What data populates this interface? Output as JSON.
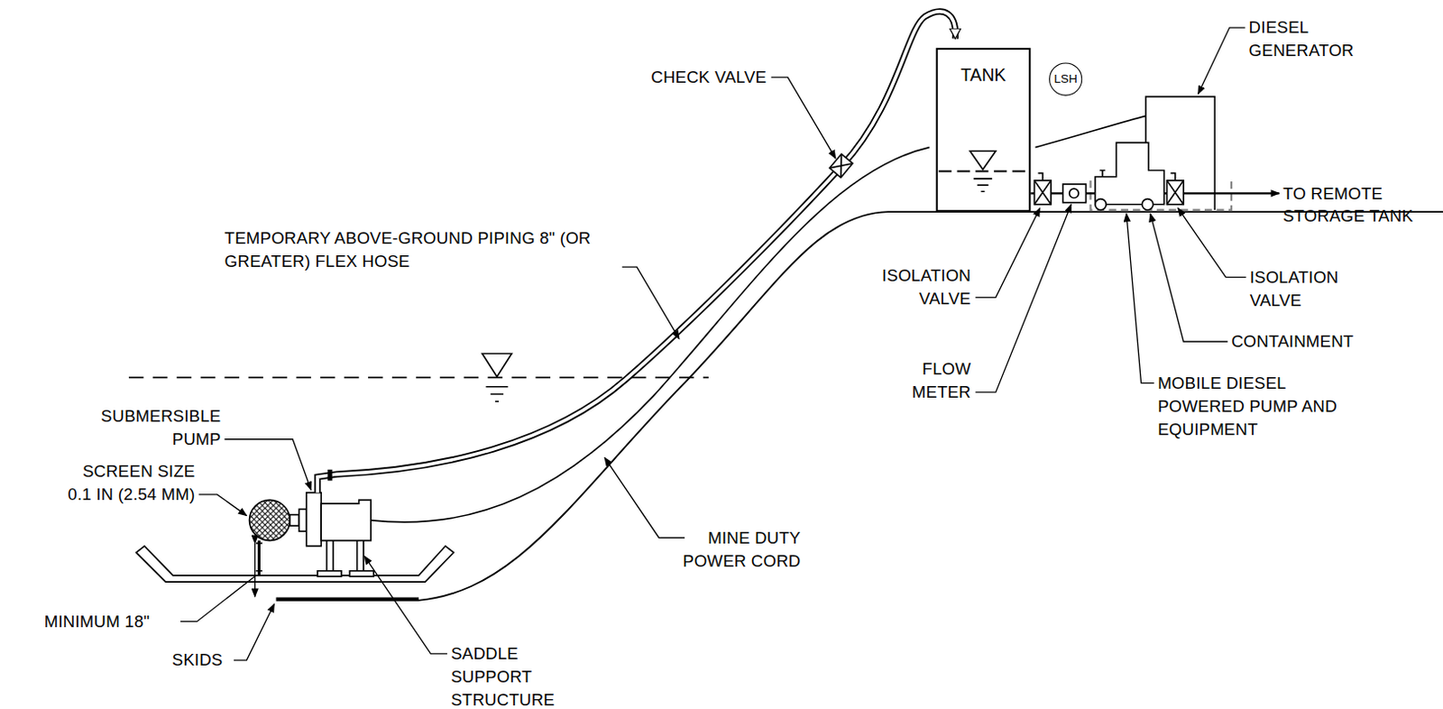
{
  "diagram": {
    "nodes": [
      {
        "text": [
          "TANK"
        ]
      },
      {
        "text": [
          "LSH"
        ]
      }
    ],
    "labels": [
      "CHECK VALVE",
      "DIESEL GENERATOR",
      "TEMPORARY ABOVE-GROUND PIPING 8\" (OR GREATER) FLEX HOSE",
      "TO REMOTE STORAGE TANK",
      "ISOLATION VALVE",
      "ISOLATION VALVE",
      "CONTAINMENT",
      "FLOW METER",
      "MOBILE DIESEL POWERED PUMP AND EQUIPMENT",
      "SUBMERSIBLE PUMP",
      "SCREEN SIZE 0.1 IN (2.54 MM)",
      "MINE DUTY POWER CORD",
      "MINIMUM 18\"",
      "SKIDS",
      "SADDLE SUPPORT STRUCTURE"
    ]
  }
}
